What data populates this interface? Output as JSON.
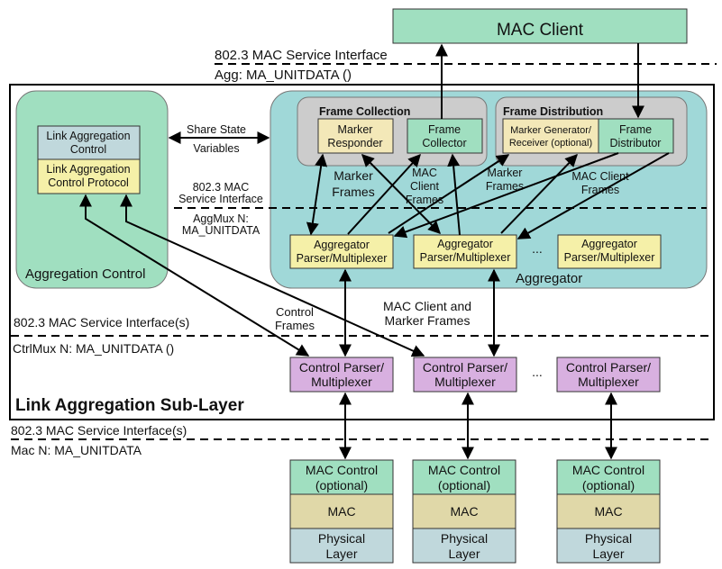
{
  "mac_client": {
    "label": "MAC Client"
  },
  "top_interface": {
    "above": "802.3 MAC Service Interface",
    "below": "Agg: MA_UNITDATA ()"
  },
  "sublayer": {
    "title": "Link Aggregation Sub-Layer"
  },
  "aggregation_control": {
    "title": "Aggregation Control",
    "lac": [
      "Link Aggregation",
      "Control"
    ],
    "lacp": [
      "Link Aggregation",
      "Control Protocol"
    ]
  },
  "share_state": [
    "Share State",
    "Variables"
  ],
  "mid_interface": {
    "above": [
      "802.3 MAC",
      "Service Interface"
    ],
    "below": [
      "AggMux N:",
      "MA_UNITDATA"
    ]
  },
  "aggregator": {
    "title": "Aggregator",
    "frame_collection": {
      "title": "Frame Collection",
      "marker_responder": [
        "Marker",
        "Responder"
      ],
      "frame_collector": [
        "Frame",
        "Collector"
      ]
    },
    "frame_distribution": {
      "title": "Frame Distribution",
      "marker_generator": [
        "Marker Generator/",
        "Receiver (optional)"
      ],
      "frame_distributor": [
        "Frame",
        "Distributor"
      ]
    },
    "labels": {
      "marker_frames_left": [
        "Marker",
        "Frames"
      ],
      "mac_client_frames_left": [
        "MAC",
        "Client",
        "Frames"
      ],
      "marker_frames_right": [
        "Marker",
        "Frames"
      ],
      "mac_client_frames_right": [
        "MAC Client",
        "Frames"
      ]
    },
    "parsers": [
      [
        "Aggregator",
        "Parser/Multiplexer"
      ],
      [
        "Aggregator",
        "Parser/Multiplexer"
      ],
      [
        "Aggregator",
        "Parser/Multiplexer"
      ]
    ],
    "ellipsis": "..."
  },
  "ctrl_interface": {
    "above": "802.3 MAC Service Interface(s)",
    "below": "CtrlMux N: MA_UNITDATA ()"
  },
  "flow_labels": {
    "control_frames": [
      "Control",
      "Frames"
    ],
    "mac_client_marker": [
      "MAC Client and",
      "Marker Frames"
    ]
  },
  "control_parsers": [
    [
      "Control Parser/",
      "Multiplexer"
    ],
    [
      "Control Parser/",
      "Multiplexer"
    ],
    [
      "Control Parser/",
      "Multiplexer"
    ]
  ],
  "control_ellipsis": "...",
  "mac_interface": {
    "above": "802.3 MAC Service Interface(s)",
    "below": "Mac N: MA_UNITDATA"
  },
  "ports": [
    {
      "mac_control": [
        "MAC Control",
        "(optional)"
      ],
      "mac": "MAC",
      "phy": [
        "Physical",
        "Layer"
      ]
    },
    {
      "mac_control": [
        "MAC Control",
        "(optional)"
      ],
      "mac": "MAC",
      "phy": [
        "Physical",
        "Layer"
      ]
    },
    {
      "mac_control": [
        "MAC Control",
        "(optional)"
      ],
      "mac": "MAC",
      "phy": [
        "Physical",
        "Layer"
      ]
    }
  ],
  "colors": {
    "green": "#a0dfc0",
    "teal": "#a0d8d8",
    "gray": "#cccccc",
    "yellow": "#f5f0a8",
    "cream": "#f3e8b8",
    "lavender": "#d8b0e0",
    "khaki": "#e0d8a8",
    "bluegray": "#c0d8dc"
  }
}
